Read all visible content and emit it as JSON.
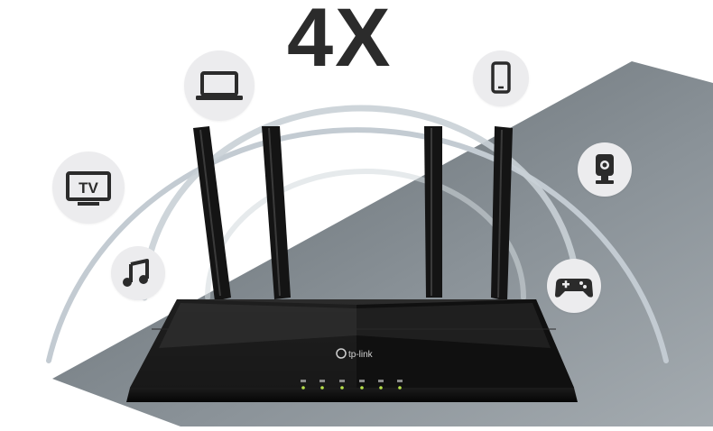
{
  "headline": "4X",
  "brand": "tp-link",
  "devices": [
    {
      "name": "laptop",
      "icon": "laptop-icon"
    },
    {
      "name": "tv",
      "icon": "tv-icon",
      "label": "TV"
    },
    {
      "name": "music",
      "icon": "music-note-icon"
    },
    {
      "name": "phone",
      "icon": "smartphone-icon"
    },
    {
      "name": "camera",
      "icon": "security-camera-icon"
    },
    {
      "name": "game",
      "icon": "gamepad-icon"
    }
  ],
  "colors": {
    "arc": "#c3cbd2",
    "headline": "#2b2b2b",
    "background_wedge": "#7c858b",
    "icon": "#2b2b2b",
    "device_circle": "#ececee",
    "router_body": "#121212",
    "led": "#b8e04a"
  }
}
